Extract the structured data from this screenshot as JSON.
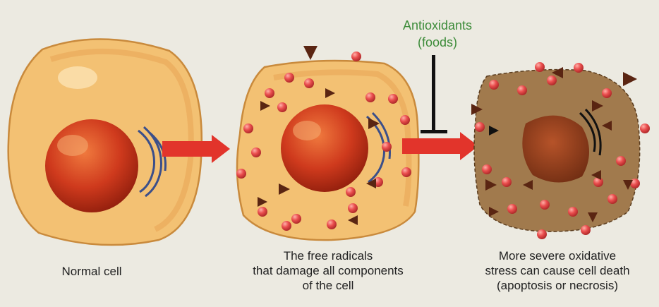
{
  "labels": {
    "normal": "Normal cell",
    "free_radicals": "The free radicals\nthat damage all components\nof the cell",
    "severe": "More severe oxidative\nstress can cause cell death\n(apoptosis or necrosis)",
    "antioxidants": "Antioxidants\n(foods)"
  },
  "colors": {
    "background": "#eceae1",
    "cell_fill": "#f3c173",
    "cell_outline": "#c98a3c",
    "nucleus": "#c8321a",
    "damaged_cell": "#a17a4d",
    "arrow": "#e2342b",
    "radical": "#e34a4a",
    "triangle": "#5a2512",
    "antioxidant_text": "#3d8c3a",
    "inhibitor": "#111111"
  },
  "icons": [
    "nucleus-icon",
    "golgi-icon",
    "free-radical-icon",
    "triangle-particle-icon",
    "arrow-icon",
    "inhibition-icon"
  ]
}
